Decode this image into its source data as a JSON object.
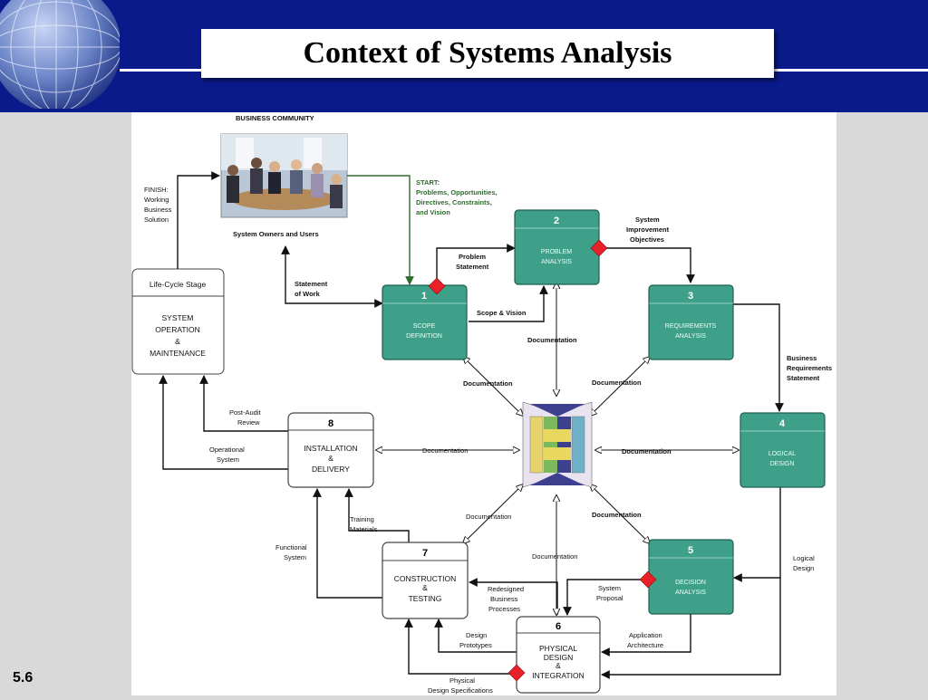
{
  "title": "Context of Systems Analysis",
  "slide_number": "5.6",
  "colors": {
    "header_blue": "#0a1a8a",
    "teal_box": "#3fa08a",
    "decision_red": "#e8202a",
    "start_green": "#2f6b2f"
  },
  "community": {
    "heading": "BUSINESS COMMUNITY",
    "caption": "System Owners and Users"
  },
  "start_note": [
    "START:",
    "Problems, Opportunities,",
    "Directives, Constraints,",
    "and Vision"
  ],
  "finish_note": [
    "FINISH:",
    "Working",
    "Business",
    "Solution"
  ],
  "lifecycle": {
    "heading": "Life-Cycle Stage",
    "lines": [
      "SYSTEM",
      "OPERATION",
      "&",
      "MAINTENANCE"
    ]
  },
  "phases": {
    "p1": {
      "num": "1",
      "lines": [
        "SCOPE",
        "DEFINITION"
      ]
    },
    "p2": {
      "num": "2",
      "lines": [
        "PROBLEM",
        "ANALYSIS"
      ]
    },
    "p3": {
      "num": "3",
      "lines": [
        "REQUIREMENTS",
        "ANALYSIS"
      ]
    },
    "p4": {
      "num": "4",
      "lines": [
        "LOGICAL",
        "DESIGN"
      ]
    },
    "p5": {
      "num": "5",
      "lines": [
        "DECISION",
        "ANALYSIS"
      ]
    },
    "p6": {
      "num": "6",
      "lines": [
        "PHYSICAL",
        "DESIGN",
        "&",
        "INTEGRATION"
      ]
    },
    "p7": {
      "num": "7",
      "lines": [
        "CONSTRUCTION",
        "&",
        "TESTING"
      ]
    },
    "p8": {
      "num": "8",
      "lines": [
        "INSTALLATION",
        "&",
        "DELIVERY"
      ]
    }
  },
  "flows": {
    "statement_of_work": [
      "Statement",
      "of Work"
    ],
    "problem_statement": [
      "Problem",
      "Statement"
    ],
    "scope_vision": "Scope & Vision",
    "system_improvement": [
      "System",
      "Improvement",
      "Objectives"
    ],
    "business_requirements": [
      "Business",
      "Requirements",
      "Statement"
    ],
    "logical_design": [
      "Logical",
      "Design"
    ],
    "system_proposal": [
      "System",
      "Proposal"
    ],
    "application_architecture": [
      "Application",
      "Architecture"
    ],
    "redesigned_processes": [
      "Redesigned",
      "Business",
      "Processes"
    ],
    "design_prototypes": [
      "Design",
      "Prototypes"
    ],
    "physical_specs": [
      "Physical",
      "Design Specifications"
    ],
    "training_materials": [
      "Training",
      "Materials"
    ],
    "functional_system": [
      "Functional",
      "System"
    ],
    "operational_system": [
      "Operational",
      "System"
    ],
    "post_audit_review": [
      "Post-Audit",
      "Review"
    ],
    "documentation": "Documentation"
  }
}
